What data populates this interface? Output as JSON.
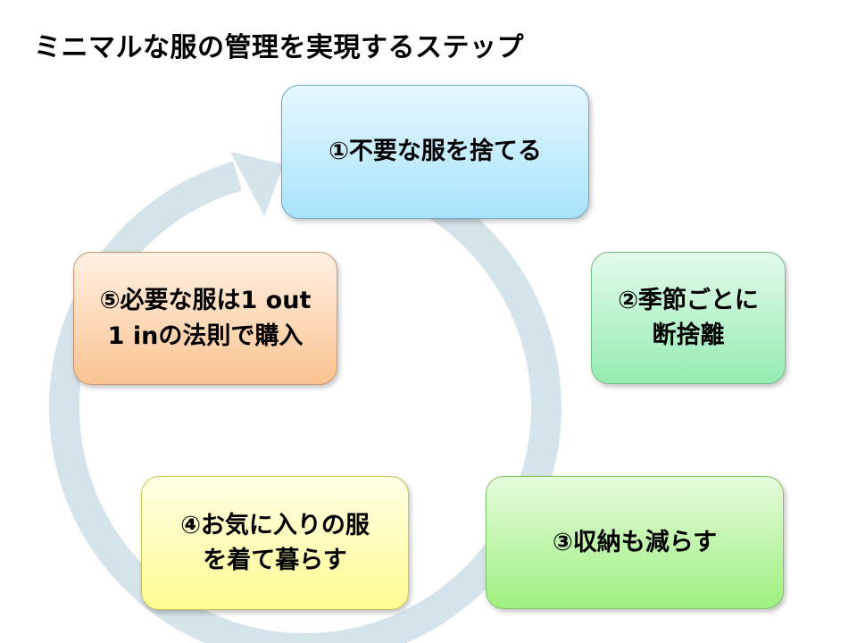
{
  "title": "ミニマルな服の管理を実現するステップ",
  "steps": [
    {
      "label": "①不要な服を捨てる"
    },
    {
      "label": "②季節ごとに\n断捨離"
    },
    {
      "label": "③収納も減らす"
    },
    {
      "label": "④お気に入りの服\nを着て暮らす"
    },
    {
      "label": "⑤必要な服は1 out\n1 inの法則で購入"
    }
  ],
  "colors": {
    "ring": "#d5e3ea",
    "step1": "#a8e3fb",
    "step2": "#95ecb2",
    "step3": "#9ef07f",
    "step4": "#fffb92",
    "step5": "#fbc391"
  }
}
